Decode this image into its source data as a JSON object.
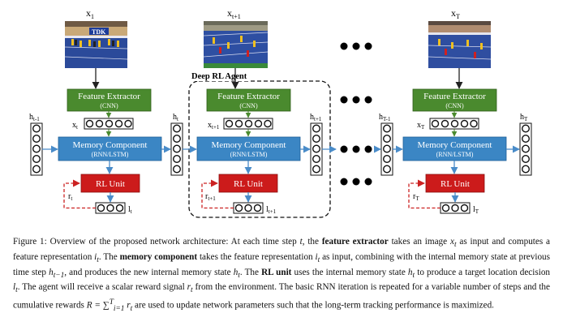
{
  "colors": {
    "feature": "#4a8a2e",
    "memory": "#3b86c4",
    "rl": "#cc1b1b",
    "arrow": "#4a8cc9",
    "reward": "#cc2222",
    "track": "#1f3a8f"
  },
  "frames": [
    {
      "input_label": "x",
      "input_sub": "1"
    },
    {
      "input_label": "x",
      "input_sub": "t+1"
    },
    {
      "input_label": "x",
      "input_sub": "T"
    }
  ],
  "blocks": {
    "feature_title": "Feature Extractor",
    "feature_sub": "(CNN)",
    "memory_title": "Memory Component",
    "memory_sub": "(RNN/LSTM)",
    "rl_title": "RL Unit"
  },
  "agent_label": "Deep RL Agent",
  "logo_text": "TDK",
  "labels": {
    "h_t_minus_1": {
      "main": "h",
      "sub": "t-1"
    },
    "h_t": {
      "main": "h",
      "sub": "t"
    },
    "h_t_plus_1": {
      "main": "h",
      "sub": "t+1"
    },
    "h_T_minus_1": {
      "main": "h",
      "sub": "T-1"
    },
    "h_T": {
      "main": "h",
      "sub": "T"
    },
    "x_t": {
      "main": "x",
      "sub": "t"
    },
    "x_t_plus_1": {
      "main": "x",
      "sub": "t+1"
    },
    "x_T": {
      "main": "x",
      "sub": "T"
    },
    "r_t": {
      "main": "r",
      "sub": "t"
    },
    "r_t_plus_1": {
      "main": "r",
      "sub": "t+1"
    },
    "r_T": {
      "main": "r",
      "sub": "T"
    },
    "l_t": {
      "main": "l",
      "sub": "t"
    },
    "l_t_plus_1": {
      "main": "l",
      "sub": "t+1"
    },
    "l_T": {
      "main": "l",
      "sub": "T"
    }
  },
  "caption": {
    "p1": "Figure 1: Overview of the proposed network architecture: At each time step ",
    "t": "t",
    "p2": ", the ",
    "b_feature": "feature extractor",
    "p3": " takes an image ",
    "xt": "x",
    "xt_sub": "t",
    "p4": " as input and computes a feature representation ",
    "it": "i",
    "it_sub": "t",
    "p5": ". The ",
    "b_memory": "memory component",
    "p6": " takes the feature representation ",
    "p7": " as input, combining with the internal memory state at previous time step ",
    "h": "h",
    "htm1_sub": "t−1",
    "p8": ", and produces the new internal memory state ",
    "ht_sub": "t",
    "p9": ". The ",
    "b_rl": "RL unit",
    "p10": " uses the internal memory state ",
    "p11": " to produce a target location decision ",
    "l": "l",
    "lt_sub": "t",
    "p12": ". The agent will receive a scalar reward signal ",
    "r": "r",
    "rt_sub": "t",
    "p13": " from the environment. The basic RNN iteration is repeated for a variable number of steps and the cumulative rewards ",
    "R_eq": "R = ",
    "sum": "∑",
    "sum_sub": "i=1",
    "sum_sup": "T",
    "p14": " are used to update network parameters such that the long-term tracking performance is maximized."
  }
}
